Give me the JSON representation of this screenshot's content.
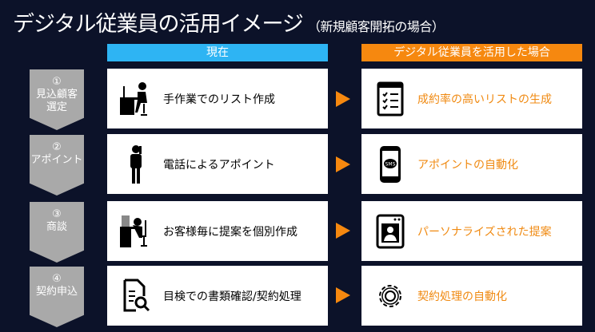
{
  "title": {
    "main": "デジタル従業員の活用イメージ",
    "sub": "（新規顧客開拓の場合）"
  },
  "headers": {
    "current": "現在",
    "digital": "デジタル従業員を活用した場合"
  },
  "rows": [
    {
      "num": "①",
      "step": "見込顧客",
      "step2": "選定",
      "current": "手作業でのリスト作成",
      "digital": "成約率の高いリストの生成"
    },
    {
      "num": "②",
      "step": "アポイント",
      "step2": "",
      "current": "電話によるアポイント",
      "digital": "アポイントの自動化",
      "sms": "SMS"
    },
    {
      "num": "③",
      "step": "商談",
      "step2": "",
      "current": "お客様毎に提案を個別作成",
      "digital": "パーソナライズされた提案"
    },
    {
      "num": "④",
      "step": "契約申込",
      "step2": "",
      "current": "目検での書類確認/契約処理",
      "digital": "契約処理の自動化"
    }
  ]
}
